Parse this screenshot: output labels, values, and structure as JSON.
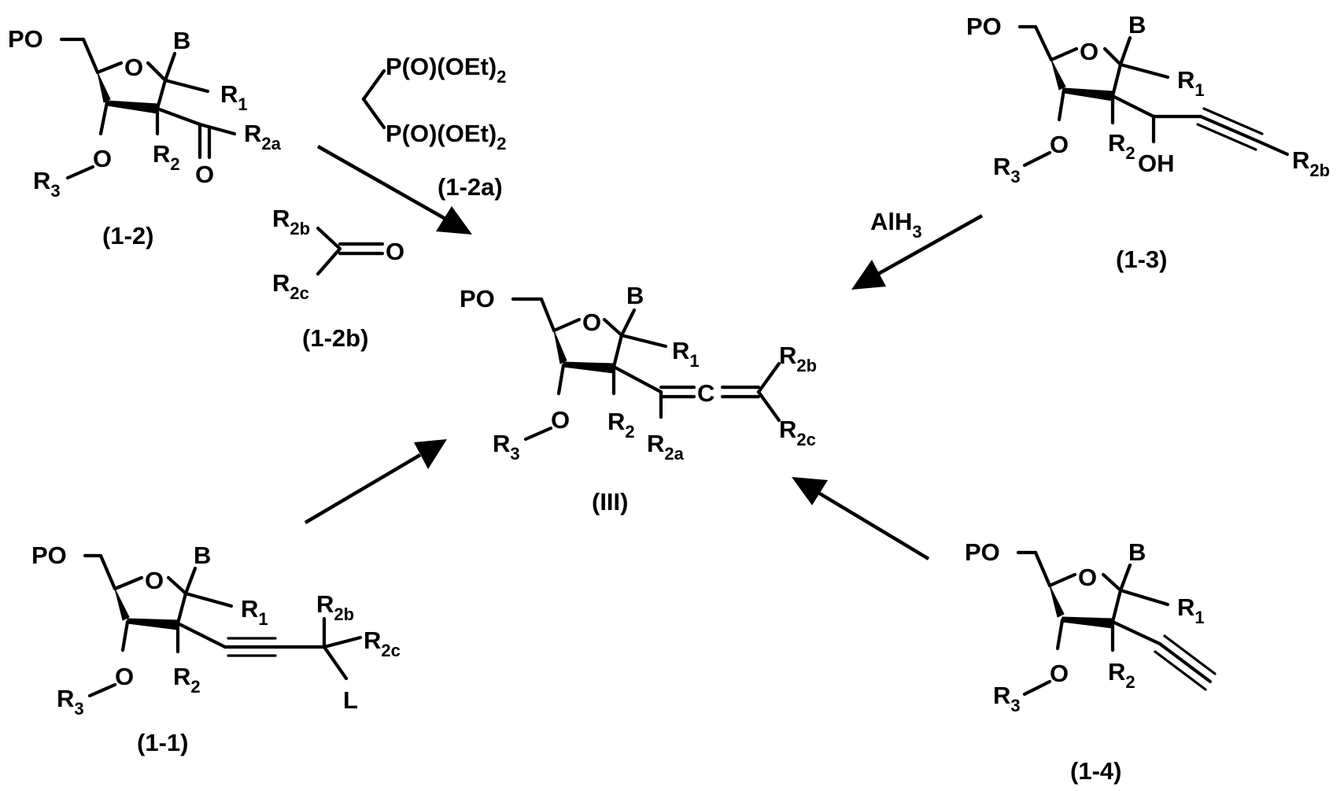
{
  "compounds": {
    "c12": {
      "id": "(1-2)",
      "po": "PO",
      "o_ring": "O",
      "b": "B",
      "r1": "R",
      "r1_sub": "1",
      "r2": "R",
      "r2_sub": "2",
      "r3": "R",
      "r3_sub": "3",
      "o3": "O",
      "r2a": "R",
      "r2a_sub": "2a",
      "o_carbonyl": "O"
    },
    "c12a": {
      "id": "(1-2a)",
      "p_top": "P(O)(OEt)",
      "p_top_sub": "2",
      "p_bot": "P(O)(OEt)",
      "p_bot_sub": "2"
    },
    "c12b": {
      "id": "(1-2b)",
      "r2b": "R",
      "r2b_sub": "2b",
      "r2c": "R",
      "r2c_sub": "2c",
      "o": "O"
    },
    "c13": {
      "id": "(1-3)",
      "po": "PO",
      "o_ring": "O",
      "b": "B",
      "r1": "R",
      "r1_sub": "1",
      "r2": "R",
      "r2_sub": "2",
      "r3": "R",
      "r3_sub": "3",
      "o3": "O",
      "oh": "OH",
      "r2b": "R",
      "r2b_sub": "2b"
    },
    "c11": {
      "id": "(1-1)",
      "po": "PO",
      "o_ring": "O",
      "b": "B",
      "r1": "R",
      "r1_sub": "1",
      "r2": "R",
      "r2_sub": "2",
      "r3": "R",
      "r3_sub": "3",
      "o3": "O",
      "r2b": "R",
      "r2b_sub": "2b",
      "r2c": "R",
      "r2c_sub": "2c",
      "l": "L"
    },
    "c14": {
      "id": "(1-4)",
      "po": "PO",
      "o_ring": "O",
      "b": "B",
      "r1": "R",
      "r1_sub": "1",
      "r2": "R",
      "r2_sub": "2",
      "r3": "R",
      "r3_sub": "3",
      "o3": "O"
    },
    "product": {
      "id": "(III)",
      "po": "PO",
      "o_ring": "O",
      "b": "B",
      "r1": "R",
      "r1_sub": "1",
      "r2": "R",
      "r2_sub": "2",
      "r3": "R",
      "r3_sub": "3",
      "o3": "O",
      "c_center": "C",
      "r2a": "R",
      "r2a_sub": "2a",
      "r2b": "R",
      "r2b_sub": "2b",
      "r2c": "R",
      "r2c_sub": "2c"
    }
  },
  "reagents": {
    "alh3": "AlH",
    "alh3_sub": "3"
  }
}
